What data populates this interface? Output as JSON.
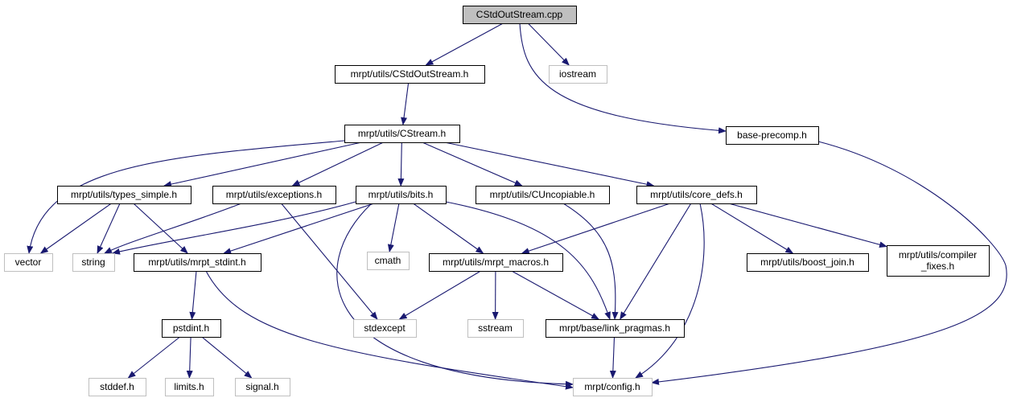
{
  "diagram": {
    "type": "include-dependency-graph",
    "colors": {
      "edge": "#191970",
      "root_fill": "#bfbfbf",
      "header_border": "#000000",
      "system_border": "#bfbfbf",
      "text": "#000000"
    },
    "nodes": [
      {
        "id": "root",
        "kind": "root",
        "lines": [
          "CStdOutStream.cpp"
        ]
      },
      {
        "id": "cstdoutstream_h",
        "kind": "header",
        "lines": [
          "mrpt/utils/CStdOutStream.h"
        ]
      },
      {
        "id": "iostream",
        "kind": "system",
        "lines": [
          "iostream"
        ]
      },
      {
        "id": "base_precomp",
        "kind": "header",
        "lines": [
          "base-precomp.h"
        ]
      },
      {
        "id": "cstream_h",
        "kind": "header",
        "lines": [
          "mrpt/utils/CStream.h"
        ]
      },
      {
        "id": "types_simple",
        "kind": "header",
        "lines": [
          "mrpt/utils/types_simple.h"
        ]
      },
      {
        "id": "exceptions",
        "kind": "header",
        "lines": [
          "mrpt/utils/exceptions.h"
        ]
      },
      {
        "id": "bits",
        "kind": "header",
        "lines": [
          "mrpt/utils/bits.h"
        ]
      },
      {
        "id": "cuncopiable",
        "kind": "header",
        "lines": [
          "mrpt/utils/CUncopiable.h"
        ]
      },
      {
        "id": "core_defs",
        "kind": "header",
        "lines": [
          "mrpt/utils/core_defs.h"
        ]
      },
      {
        "id": "vector",
        "kind": "system",
        "lines": [
          "vector"
        ]
      },
      {
        "id": "string",
        "kind": "system",
        "lines": [
          "string"
        ]
      },
      {
        "id": "mrpt_stdint",
        "kind": "header",
        "lines": [
          "mrpt/utils/mrpt_stdint.h"
        ]
      },
      {
        "id": "cmath",
        "kind": "system",
        "lines": [
          "cmath"
        ]
      },
      {
        "id": "mrpt_macros",
        "kind": "header",
        "lines": [
          "mrpt/utils/mrpt_macros.h"
        ]
      },
      {
        "id": "boost_join",
        "kind": "header",
        "lines": [
          "mrpt/utils/boost_join.h"
        ]
      },
      {
        "id": "compiler_fixes",
        "kind": "header",
        "lines": [
          "mrpt/utils/compiler",
          "_fixes.h"
        ]
      },
      {
        "id": "pstdint",
        "kind": "header",
        "lines": [
          "pstdint.h"
        ]
      },
      {
        "id": "stdexcept",
        "kind": "system",
        "lines": [
          "stdexcept"
        ]
      },
      {
        "id": "sstream",
        "kind": "system",
        "lines": [
          "sstream"
        ]
      },
      {
        "id": "link_pragmas",
        "kind": "header",
        "lines": [
          "mrpt/base/link_pragmas.h"
        ]
      },
      {
        "id": "stddef",
        "kind": "system",
        "lines": [
          "stddef.h"
        ]
      },
      {
        "id": "limits",
        "kind": "system",
        "lines": [
          "limits.h"
        ]
      },
      {
        "id": "signal",
        "kind": "system",
        "lines": [
          "signal.h"
        ]
      },
      {
        "id": "config",
        "kind": "system",
        "lines": [
          "mrpt/config.h"
        ]
      }
    ],
    "edges": [
      {
        "from": "root",
        "to": "cstdoutstream_h"
      },
      {
        "from": "root",
        "to": "iostream"
      },
      {
        "from": "root",
        "to": "base_precomp"
      },
      {
        "from": "cstdoutstream_h",
        "to": "cstream_h"
      },
      {
        "from": "base_precomp",
        "to": "config"
      },
      {
        "from": "cstream_h",
        "to": "vector"
      },
      {
        "from": "cstream_h",
        "to": "types_simple"
      },
      {
        "from": "cstream_h",
        "to": "exceptions"
      },
      {
        "from": "cstream_h",
        "to": "bits"
      },
      {
        "from": "cstream_h",
        "to": "cuncopiable"
      },
      {
        "from": "cstream_h",
        "to": "core_defs"
      },
      {
        "from": "types_simple",
        "to": "vector"
      },
      {
        "from": "types_simple",
        "to": "string"
      },
      {
        "from": "types_simple",
        "to": "mrpt_stdint"
      },
      {
        "from": "exceptions",
        "to": "string"
      },
      {
        "from": "exceptions",
        "to": "stdexcept"
      },
      {
        "from": "bits",
        "to": "string"
      },
      {
        "from": "bits",
        "to": "mrpt_stdint"
      },
      {
        "from": "bits",
        "to": "cmath"
      },
      {
        "from": "bits",
        "to": "mrpt_macros"
      },
      {
        "from": "bits",
        "to": "link_pragmas"
      },
      {
        "from": "bits",
        "to": "config"
      },
      {
        "from": "cuncopiable",
        "to": "link_pragmas"
      },
      {
        "from": "core_defs",
        "to": "mrpt_macros"
      },
      {
        "from": "core_defs",
        "to": "link_pragmas"
      },
      {
        "from": "core_defs",
        "to": "boost_join"
      },
      {
        "from": "core_defs",
        "to": "compiler_fixes"
      },
      {
        "from": "core_defs",
        "to": "config"
      },
      {
        "from": "mrpt_stdint",
        "to": "pstdint"
      },
      {
        "from": "mrpt_stdint",
        "to": "config"
      },
      {
        "from": "mrpt_macros",
        "to": "stdexcept"
      },
      {
        "from": "mrpt_macros",
        "to": "sstream"
      },
      {
        "from": "mrpt_macros",
        "to": "link_pragmas"
      },
      {
        "from": "link_pragmas",
        "to": "config"
      },
      {
        "from": "pstdint",
        "to": "stddef"
      },
      {
        "from": "pstdint",
        "to": "limits"
      },
      {
        "from": "pstdint",
        "to": "signal"
      }
    ]
  }
}
